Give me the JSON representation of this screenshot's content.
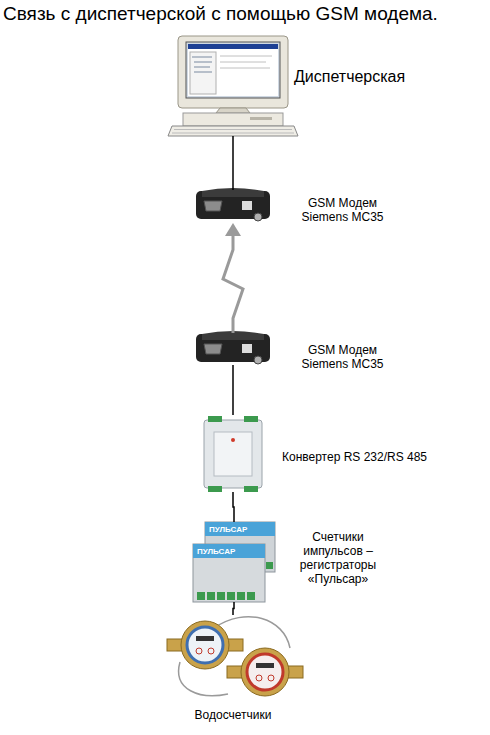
{
  "diagram": {
    "title": "Связь с диспетчерской с помощью GSM модема.",
    "nodes": [
      {
        "text": [
          "Диспетчерская"
        ]
      },
      {
        "text": [
          "GSM Модем Siemens MC35"
        ]
      },
      {
        "text": [
          "GSM Модем Siemens MC35"
        ]
      },
      {
        "text": [
          "Конвертер RS 232/RS 485"
        ]
      },
      {
        "text": [
          "Счетчики импульсов – регистраторы «Пульсар»"
        ]
      },
      {
        "text": [
          "Водосчетчики"
        ]
      }
    ],
    "edges": [
      {
        "from": 0,
        "to": 1,
        "arrow": "none"
      },
      {
        "from": 2,
        "to": 1,
        "arrow": "to"
      },
      {
        "from": 2,
        "to": 3,
        "arrow": "none"
      },
      {
        "from": 3,
        "to": 4,
        "arrow": "none"
      },
      {
        "from": 4,
        "to": 5,
        "arrow": "none"
      }
    ],
    "labels": [
      "ПУЛЬСАР",
      "ПУЛЬСАР"
    ]
  }
}
